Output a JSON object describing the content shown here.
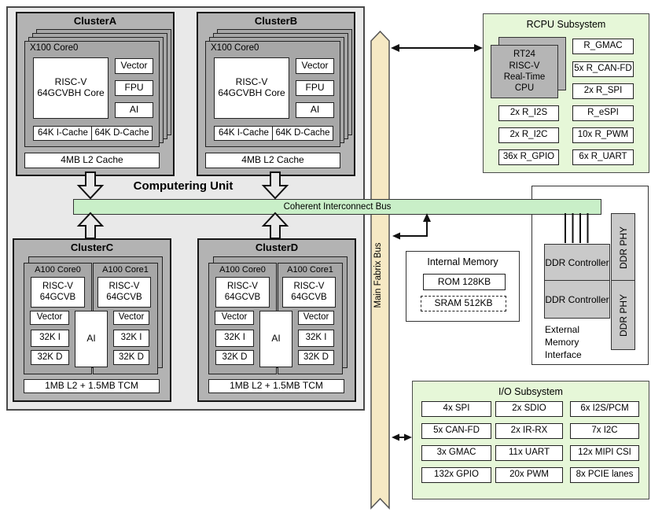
{
  "colors": {
    "container_fill": "#e9e9e9",
    "cluster_fill": "#b3b3b3",
    "core_fill": "#a7a7a7",
    "coherent_bus_green": "#c9efc8",
    "subsystem_green": "#e6f7d8",
    "fabric_bus_tan": "#f6e9c4",
    "gray_block": "#b5b5b5",
    "ddr_fill": "#c9c9c9"
  },
  "computering_unit": {
    "title": "Computering Unit",
    "cluster_a": {
      "title": "ClusterA",
      "core_label": "X100 Core0",
      "core_name": "RISC-V\n64GCVBH Core",
      "units": [
        "Vector",
        "FPU",
        "AI"
      ],
      "icache": "64K I-Cache",
      "dcache": "64K D-Cache",
      "l2": "4MB L2 Cache"
    },
    "cluster_b": {
      "title": "ClusterB",
      "core_label": "X100 Core0",
      "core_name": "RISC-V\n64GCVBH Core",
      "units": [
        "Vector",
        "FPU",
        "AI"
      ],
      "icache": "64K I-Cache",
      "dcache": "64K D-Cache",
      "l2": "4MB L2 Cache"
    },
    "cluster_c": {
      "title": "ClusterC",
      "cores": [
        {
          "label": "A100 Core0",
          "name": "RISC-V\n64GCVB",
          "vector": "Vector",
          "icache": "32K I",
          "dcache": "32K D"
        },
        {
          "label": "A100 Core1",
          "name": "RISC-V\n64GCVB",
          "vector": "Vector",
          "icache": "32K I",
          "dcache": "32K D"
        }
      ],
      "ai": "AI",
      "l2": "1MB L2 + 1.5MB TCM"
    },
    "cluster_d": {
      "title": "ClusterD",
      "cores": [
        {
          "label": "A100 Core0",
          "name": "RISC-V\n64GCVB",
          "vector": "Vector",
          "icache": "32K I",
          "dcache": "32K D"
        },
        {
          "label": "A100 Core1",
          "name": "RISC-V\n64GCVB",
          "vector": "Vector",
          "icache": "32K I",
          "dcache": "32K D"
        }
      ],
      "ai": "AI",
      "l2": "1MB L2 + 1.5MB TCM"
    }
  },
  "coherent_bus": {
    "label": "Coherent Interconnect Bus"
  },
  "main_bus": {
    "label": "Main Fabrix Bus"
  },
  "rcpu": {
    "title": "RCPU Subsystem",
    "cpu": "RT24\nRISC-V\nReal-Time\nCPU",
    "left": [
      "2x R_I2S",
      "2x R_I2C",
      "36x R_GPIO"
    ],
    "right": [
      "R_GMAC",
      "5x R_CAN-FD",
      "2x R_SPI",
      "R_eSPI",
      "10x R_PWM",
      "6x R_UART"
    ]
  },
  "internal_memory": {
    "title": "Internal Memory",
    "rom": "ROM 128KB",
    "sram": "SRAM 512KB"
  },
  "external_memory": {
    "title": "External\nMemory\nInterface",
    "controller_0": "DDR Controller",
    "controller_1": "DDR Controller",
    "phy_0": "DDR PHY",
    "phy_1": "DDR PHY"
  },
  "io": {
    "title": "I/O Subsystem",
    "boxes": [
      "4x SPI",
      "2x SDIO",
      "6x I2S/PCM",
      "5x CAN-FD",
      "2x IR-RX",
      "7x I2C",
      "3x GMAC",
      "11x UART",
      "12x MIPI CSI",
      "132x GPIO",
      "20x PWM",
      "8x PCIE lanes"
    ]
  }
}
